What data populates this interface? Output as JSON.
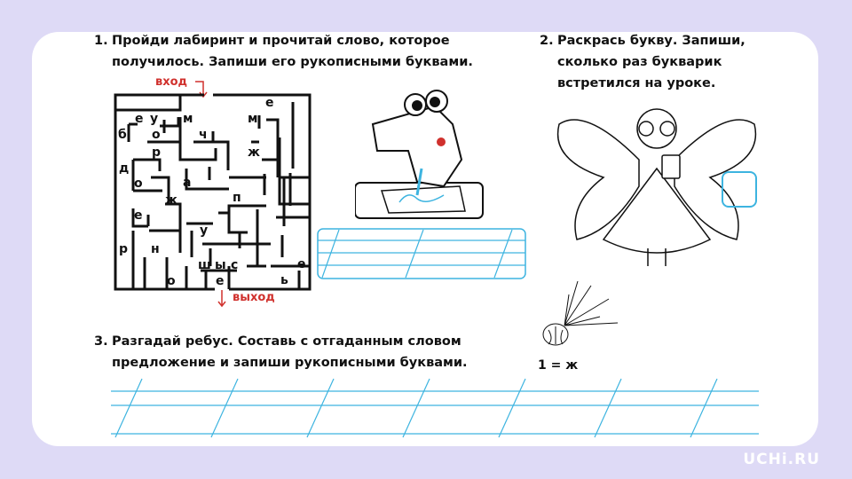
{
  "task1": {
    "number": "1.",
    "line1": "Пройди лабиринт и прочитай слово, которое",
    "line2": "получилось. Запиши его рукописными буквами."
  },
  "task2": {
    "number": "2.",
    "line1": "Раскрась букву. Запиши,",
    "line2": "сколько раз букварик",
    "line3": "встретился на уроке."
  },
  "task3": {
    "number": "3.",
    "line1": "Разгадай ребус. Составь с отгаданным словом",
    "line2": "предложение и запиши рукописными буквами."
  },
  "maze": {
    "entry_label": "вход",
    "exit_label": "выход",
    "letters": [
      "е",
      "е",
      "у",
      "м",
      "м",
      "б",
      "о",
      "ч",
      "р",
      "ж",
      "д",
      "о",
      "а",
      "ж",
      "п",
      "е",
      "у",
      "р",
      "н",
      "ш",
      "ы",
      "с",
      "е",
      "о",
      "е",
      "ь"
    ]
  },
  "rebus": {
    "hint": "1 = ж"
  },
  "logo": "UCHi.RU",
  "colors": {
    "background": "#dedaf6",
    "accent_red": "#d0312d",
    "line_blue": "#3db4e0"
  }
}
